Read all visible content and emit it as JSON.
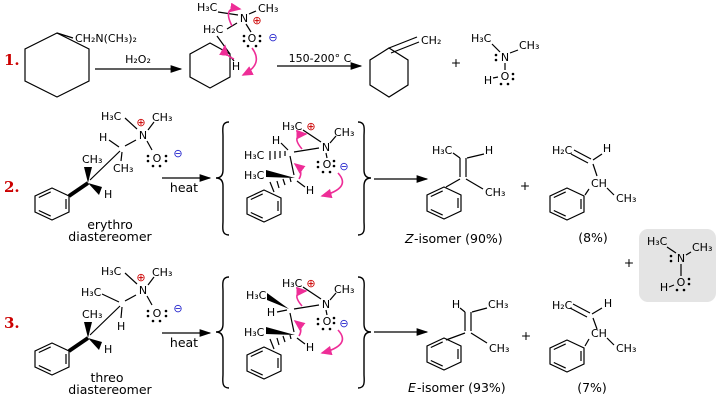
{
  "colors": {
    "step_red": "#cc0000",
    "charge_plus_red": "#cc0000",
    "charge_minus_blue": "#2222cc",
    "mechanism_arrow_pink": "#ee2d97",
    "highlight_box_gray": "#e4e4e4",
    "bond_black": "#000000",
    "background": "#ffffff"
  },
  "row1": {
    "step_label": "1.",
    "amine_substituent": "CH₂N(CH₃)₂",
    "arrow1_reagent": "H₂O₂",
    "arrow2_condition": "150-200° C",
    "n_oxide": {
      "h3c": "H₃C",
      "ch3": "CH₃",
      "h2c": "H₂C",
      "n": "N",
      "h": "H",
      "o": "O",
      "plus": "⊕",
      "minus": "⊖"
    },
    "alkene_ch2": "CH₂",
    "plus_sign": "+",
    "hydroxylamine": {
      "h3c": "H₃C",
      "ch3": "CH₃",
      "n": "N",
      "o": "O",
      "h": "H"
    }
  },
  "row2": {
    "step_label": "2.",
    "reactant": {
      "nch3_left": "H₃C",
      "plus": "⊕",
      "nch3_right": "CH₃",
      "n": "N",
      "c2_h": "H",
      "c2_ch3": "CH₃",
      "c3_ch3": "CH₃",
      "c3_h": "H",
      "o": "O",
      "minus": "⊖",
      "caption_line1": "erythro",
      "caption_line2": "diastereomer"
    },
    "arrow_condition": "heat",
    "transition_state": {
      "nch3_left": "H₃C",
      "plus": "⊕",
      "nch3_right": "CH₃",
      "c2_h": "H",
      "c2_ch3": "H₃C",
      "c3_ch3": "H₃C",
      "c3_h": "H",
      "n": "N",
      "o": "O",
      "minus": "⊖"
    },
    "major_product": {
      "ch3_top": "H₃C",
      "h_top": "H",
      "ch3_bottom": "CH₃",
      "label_isomer": "Z",
      "label_rest": "-isomer (90%)"
    },
    "plus_sign": "+",
    "minor_product": {
      "h2c": "H₂C",
      "h": "H",
      "ch": "CH",
      "ch3": "CH₃",
      "yield_label": "(8%)"
    },
    "plus_sign2": "+",
    "hydroxylamine": {
      "h3c": "H₃C",
      "ch3": "CH₃",
      "n": "N",
      "o": "O",
      "h": "H"
    }
  },
  "row3": {
    "step_label": "3.",
    "reactant": {
      "nch3_left": "H₃C",
      "plus": "⊕",
      "nch3_right": "CH₃",
      "n": "N",
      "c2_ch3": "H₃C",
      "c2_h": "H",
      "c3_ch3": "CH₃",
      "c3_h": "H",
      "o": "O",
      "minus": "⊖",
      "caption_line1": "threo",
      "caption_line2": "diastereomer"
    },
    "arrow_condition": "heat",
    "transition_state": {
      "nch3_left": "H₃C",
      "plus": "⊕",
      "nch3_right": "CH₃",
      "c2_ch3": "H₃C",
      "c2_h": "H",
      "c3_ch3": "H₃C",
      "c3_h": "H",
      "n": "N",
      "o": "O",
      "minus": "⊖"
    },
    "major_product": {
      "h_top": "H",
      "ch3_top": "CH₃",
      "ch3_bottom": "CH₃",
      "label_isomer": "E",
      "label_rest": "-isomer (93%)"
    },
    "plus_sign": "+",
    "minor_product": {
      "h2c": "H₂C",
      "h": "H",
      "ch": "CH",
      "ch3": "CH₃",
      "yield_label": "(7%)"
    }
  }
}
